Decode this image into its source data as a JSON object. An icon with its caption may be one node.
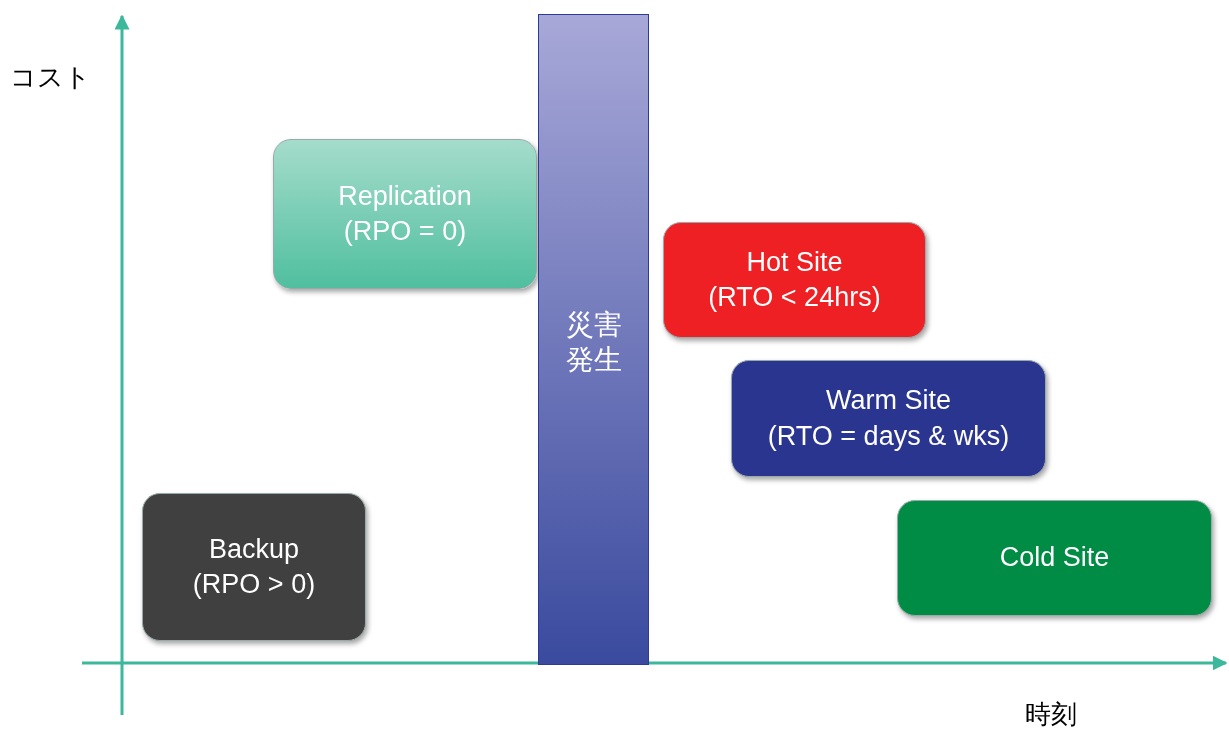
{
  "diagram": {
    "nodes": [
      {
        "text": [
          "Replication",
          "(RPO = 0)"
        ]
      },
      {
        "text": [
          "災害発生"
        ]
      },
      {
        "text": [
          "Hot Site",
          "(RTO < 24hrs)"
        ]
      },
      {
        "text": [
          "Warm Site",
          "(RTO = days & wks)"
        ]
      },
      {
        "text": [
          "Backup",
          "(RPO > 0)"
        ]
      },
      {
        "text": [
          "Cold Site"
        ]
      }
    ],
    "labels": [
      "コスト",
      "時刻"
    ]
  }
}
